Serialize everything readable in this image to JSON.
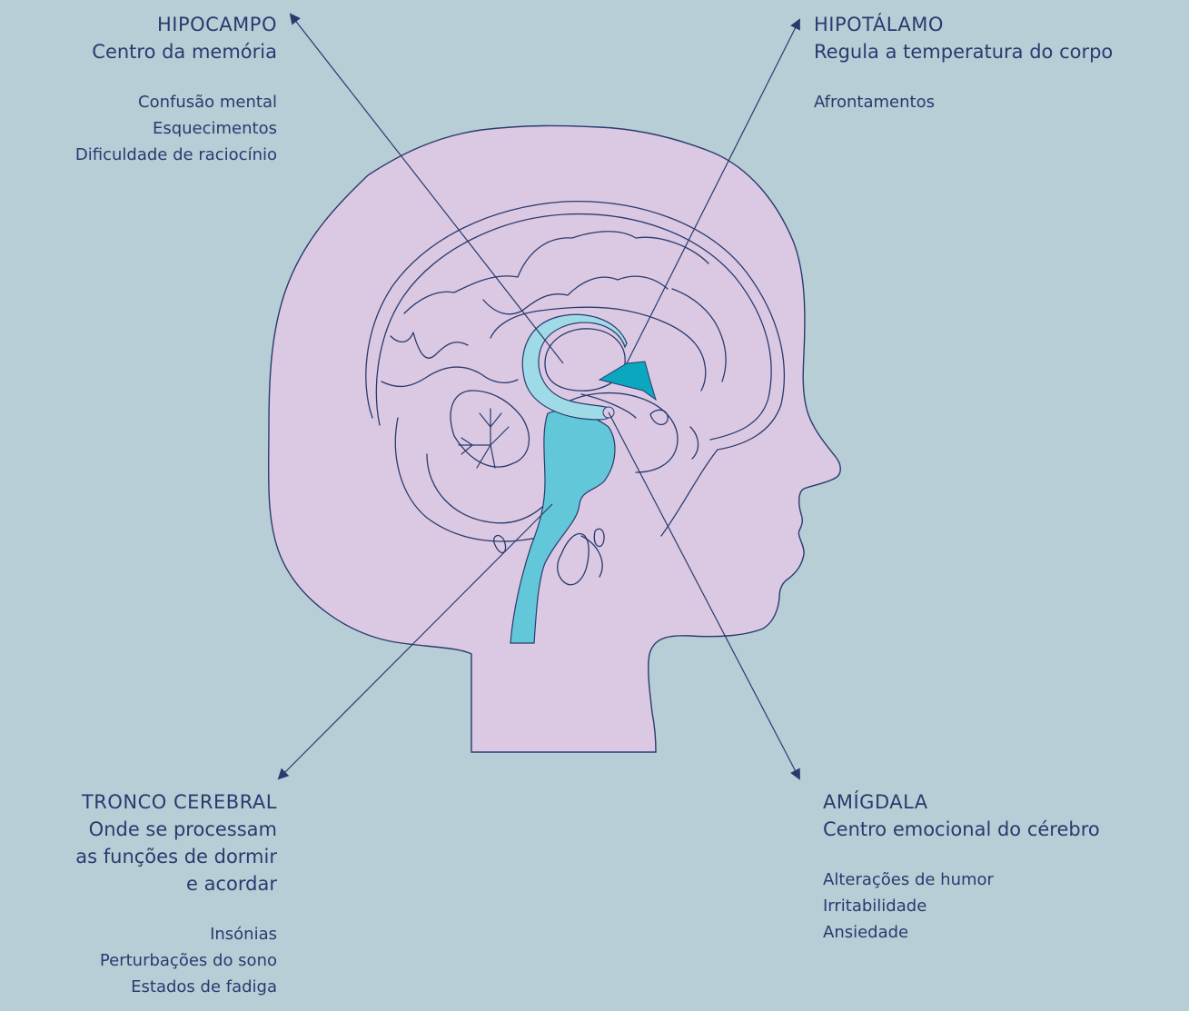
{
  "colors": {
    "background": "#b7ced6",
    "head_fill": "#dbc9e3",
    "outline": "#2a3a6e",
    "brainstem_fill": "#62c7d8",
    "hippocampus_fill": "#9fdbe6",
    "hypothalamus_fill": "#0aa7be",
    "text": "#2a3a6e"
  },
  "regions": {
    "hipocampo": {
      "title": "HIPOCAMPO",
      "description": [
        "Centro da memória"
      ],
      "symptoms": [
        "Confusão mental",
        "Esquecimentos",
        "Dificuldade de raciocínio"
      ]
    },
    "hipotalamo": {
      "title": "HIPOTÁLAMO",
      "description": [
        "Regula a temperatura do corpo"
      ],
      "symptoms": [
        "Afrontamentos"
      ]
    },
    "tronco": {
      "title": "TRONCO CEREBRAL",
      "description": [
        "Onde se processam",
        "as funções de dormir",
        "e acordar"
      ],
      "symptoms": [
        "Insónias",
        "Perturbações do sono",
        "Estados de fadiga"
      ]
    },
    "amigdala": {
      "title": "AMÍGDALA",
      "description": [
        "Centro emocional do cérebro"
      ],
      "symptoms": [
        "Alterações de humor",
        "Irritabilidade",
        "Ansiedade"
      ]
    }
  }
}
